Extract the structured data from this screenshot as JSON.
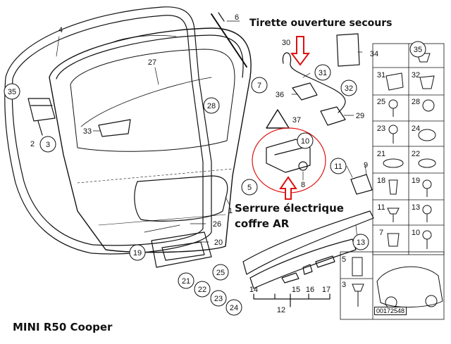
{
  "annotations": {
    "top_callout": "Tirette ouverture secours",
    "mid_callout_line1": "Serrure électrique",
    "mid_callout_line2": "coffre AR",
    "caption": "MINI R50 Cooper"
  },
  "diagram_code": "00172548",
  "callouts": [
    {
      "id": "c35",
      "text": "35",
      "circled": true
    },
    {
      "id": "c4",
      "text": "4",
      "circled": false
    },
    {
      "id": "c6",
      "text": "6",
      "circled": false
    },
    {
      "id": "c27",
      "text": "27",
      "circled": false
    },
    {
      "id": "c7",
      "text": "7",
      "circled": true
    },
    {
      "id": "c28",
      "text": "28",
      "circled": true
    },
    {
      "id": "c33",
      "text": "33",
      "circled": false
    },
    {
      "id": "c2",
      "text": "2",
      "circled": false
    },
    {
      "id": "c3",
      "text": "3",
      "circled": true
    },
    {
      "id": "c5",
      "text": "5",
      "circled": true
    },
    {
      "id": "c1",
      "text": "1",
      "circled": false
    },
    {
      "id": "c26",
      "text": "26",
      "circled": false
    },
    {
      "id": "c20",
      "text": "20",
      "circled": false
    },
    {
      "id": "c19",
      "text": "19",
      "circled": true
    },
    {
      "id": "c25",
      "text": "25",
      "circled": true
    },
    {
      "id": "c21",
      "text": "21",
      "circled": true
    },
    {
      "id": "c22",
      "text": "22",
      "circled": true
    },
    {
      "id": "c23",
      "text": "23",
      "circled": true
    },
    {
      "id": "c24",
      "text": "24",
      "circled": true
    },
    {
      "id": "c30",
      "text": "30",
      "circled": false
    },
    {
      "id": "c31",
      "text": "31",
      "circled": true
    },
    {
      "id": "c32",
      "text": "32",
      "circled": true
    },
    {
      "id": "c36",
      "text": "36",
      "circled": false
    },
    {
      "id": "c29",
      "text": "29",
      "circled": false
    },
    {
      "id": "c34",
      "text": "34",
      "circled": false
    },
    {
      "id": "c37",
      "text": "37",
      "circled": false
    },
    {
      "id": "c10",
      "text": "10",
      "circled": true
    },
    {
      "id": "c8",
      "text": "8",
      "circled": false
    },
    {
      "id": "c11",
      "text": "11",
      "circled": true
    },
    {
      "id": "c9",
      "text": "9",
      "circled": false
    },
    {
      "id": "c13",
      "text": "13",
      "circled": true
    },
    {
      "id": "c14",
      "text": "14",
      "circled": false
    },
    {
      "id": "c15",
      "text": "15",
      "circled": false
    },
    {
      "id": "c16",
      "text": "16",
      "circled": false
    },
    {
      "id": "c17",
      "text": "17",
      "circled": false
    },
    {
      "id": "c12",
      "text": "12",
      "circled": false
    }
  ],
  "parts_grid": [
    {
      "id": "g35",
      "text": "35",
      "circled": true
    },
    {
      "id": "g31",
      "text": "31",
      "circled": false
    },
    {
      "id": "g32",
      "text": "32",
      "circled": false
    },
    {
      "id": "g25",
      "text": "25",
      "circled": false
    },
    {
      "id": "g28",
      "text": "28",
      "circled": false
    },
    {
      "id": "g23",
      "text": "23",
      "circled": false
    },
    {
      "id": "g24",
      "text": "24",
      "circled": false
    },
    {
      "id": "g21",
      "text": "21",
      "circled": false
    },
    {
      "id": "g22",
      "text": "22",
      "circled": false
    },
    {
      "id": "g18",
      "text": "18",
      "circled": false
    },
    {
      "id": "g19",
      "text": "19",
      "circled": false
    },
    {
      "id": "g11",
      "text": "11",
      "circled": false
    },
    {
      "id": "g13",
      "text": "13",
      "circled": false
    },
    {
      "id": "g7",
      "text": "7",
      "circled": false
    },
    {
      "id": "g10",
      "text": "10",
      "circled": false
    },
    {
      "id": "g5",
      "text": "5",
      "circled": false
    },
    {
      "id": "g3",
      "text": "3",
      "circled": false
    }
  ]
}
